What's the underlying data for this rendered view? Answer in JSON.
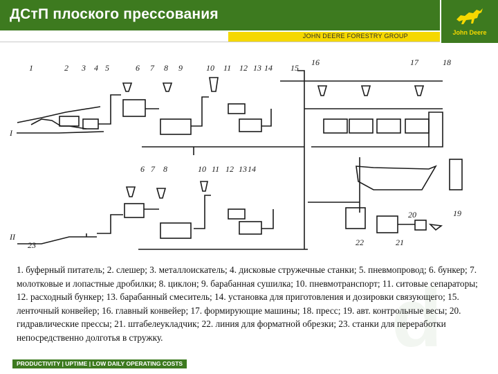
{
  "header": {
    "title": "ДСтП плоского прессования",
    "group": "JOHN DEERE FORESTRY GROUP",
    "logo_text": "John Deere"
  },
  "colors": {
    "brand_green": "#3d7a1f",
    "brand_yellow": "#f5d800"
  },
  "diagram": {
    "top_line_numbers": [
      "1",
      "2",
      "3",
      "4",
      "5",
      "6",
      "7",
      "8",
      "9",
      "10",
      "11",
      "12",
      "13",
      "14",
      "15",
      "16",
      "17",
      "18"
    ],
    "bottom_line_numbers": [
      "6",
      "7",
      "8",
      "10",
      "11",
      "12",
      "13",
      "14",
      "19",
      "20",
      "21",
      "22",
      "23"
    ],
    "line_labels": [
      "I",
      "II"
    ]
  },
  "legend": {
    "text": "1. буферный питатель; 2. слешер; 3. металлоискатель; 4. дисковые стружечные станки; 5. пневмопровод; 6. бункер; 7. молотковые и лопастные дробилки; 8. циклон; 9. барабанная сушилка; 10. пневмотранспорт; 11. ситовые сепараторы; 12. расходный бункер; 13. барабанный смеситель; 14. установка для приготовления и дозировки связующего; 15. ленточный конвейер; 16. главный конвейер; 17. формирующие машины; 18. пресс; 19. авт. контрольные весы; 20. гидравлические прессы; 21. штабелеукладчик; 22. линия для форматной обрезки; 23. станки для переработки непосредственно долготья в стружку."
  },
  "footer": {
    "text": "PRODUCTIVITY | UPTIME | LOW DAILY OPERATING COSTS"
  }
}
